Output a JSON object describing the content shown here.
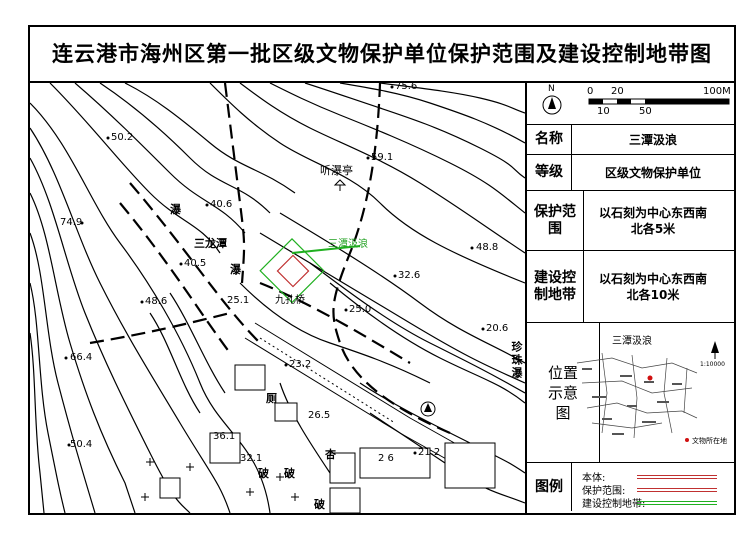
{
  "title": "连云港市海州区第一批区级文物保护单位保护范围及建设控制地带图",
  "map": {
    "elevations": [
      "75.6",
      "50.2",
      "59.1",
      "74.9",
      "40.6",
      "48.8",
      "40.5",
      "32.6",
      "48.6",
      "25.1",
      "25.0",
      "20.6",
      "66.4",
      "23.2",
      "26.5",
      "36.1",
      "50.4",
      "32.1",
      "21.2"
    ],
    "places": {
      "pavilion": "听瀑亭",
      "site_label": "三潭汲浪",
      "bridge": "九孔桥",
      "sanlongtan": "三龙潭",
      "pu1": "瀑",
      "pu2": "瀑",
      "zhenzhu": "珍珠瀑",
      "ce": "厕",
      "po1": "破",
      "po2": "破",
      "po3": "破",
      "xing": "杏",
      "misc": "2 6"
    }
  },
  "scale": {
    "north": "N",
    "ticks_top": [
      "0",
      "20",
      "100M"
    ],
    "ticks_bottom": [
      "10",
      "50"
    ]
  },
  "info": {
    "name_label": "名称",
    "name_value": "三潭汲浪",
    "grade_label": "等级",
    "grade_value": "区级文物保护单位",
    "protect_label": "保护范围",
    "protect_value": "以石刻为中心东西南北各5米",
    "control_label": "建设控制地带",
    "control_value": "以石刻为中心东西南北各10米",
    "location_label": "位置示意图",
    "inset_title": "三潭汲浪",
    "inset_scale": "1:10000",
    "inset_legend": "文物所在地"
  },
  "legend": {
    "label": "图例",
    "items": [
      {
        "text": "本体:",
        "color": "#c03030"
      },
      {
        "text": "保护范围:",
        "color": "#c03030"
      },
      {
        "text": "建设控制地带:",
        "color": "#20b020"
      }
    ]
  }
}
